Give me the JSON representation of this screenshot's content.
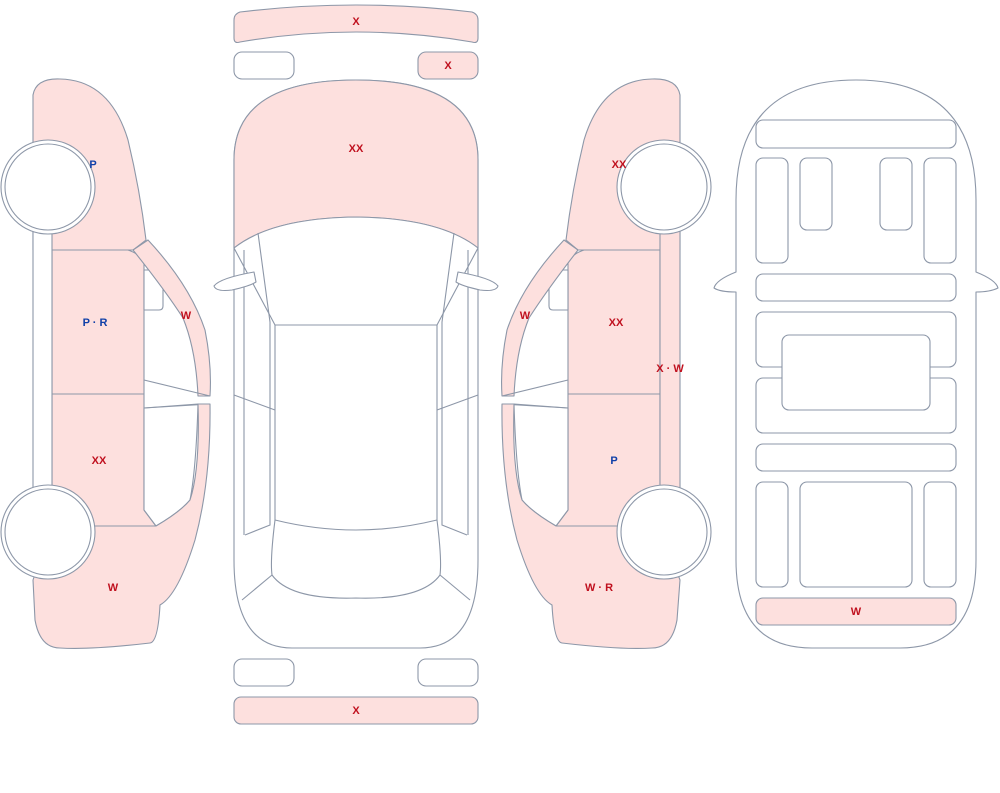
{
  "colors": {
    "damaged_fill": "#fde0de",
    "clean_fill": "#ffffff",
    "outline": "#8d97a8",
    "label_red": "#c0101e",
    "label_blue": "#1040a8"
  },
  "labels": {
    "front_bumper": "X",
    "headlight_right": "X",
    "hood": "XX",
    "rear_bumper": "X",
    "left_front_fender": "P",
    "left_front_door": "P · R",
    "left_front_door_window": "W",
    "left_rear_door": "XX",
    "left_quarter_panel": "W",
    "right_front_fender": "XX",
    "right_front_door_window": "W",
    "right_front_door": "XX",
    "right_rocker": "X · W",
    "right_rear_door": "P",
    "right_quarter_panel": "W · R",
    "underbody_rear_panel": "W"
  }
}
